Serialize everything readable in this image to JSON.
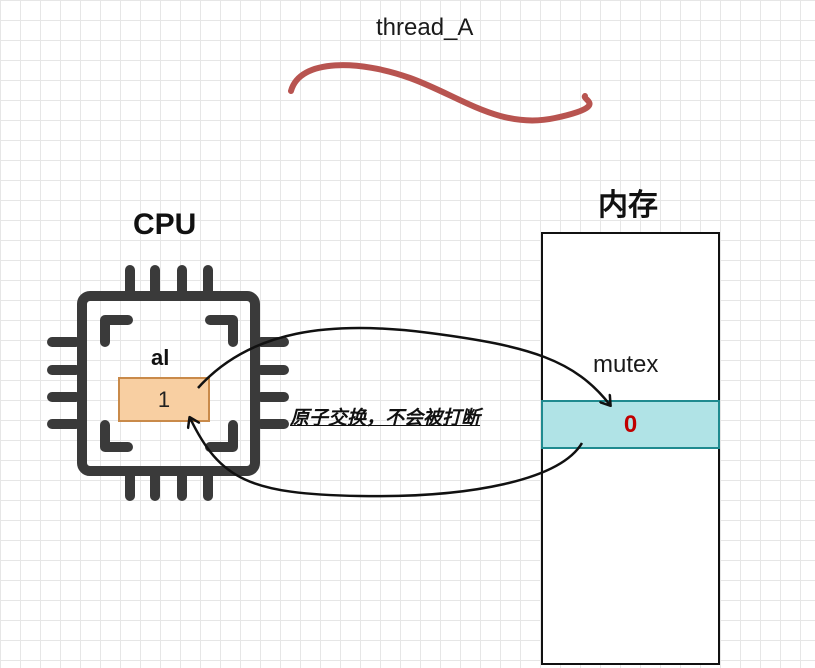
{
  "thread": {
    "label": "thread_A",
    "wave_color": "#b85450"
  },
  "cpu": {
    "label": "CPU",
    "register_name": "al",
    "register_value": "1",
    "register_fill": "#f8cfa2"
  },
  "memory": {
    "label": "内存",
    "variable_name": "mutex",
    "variable_value": "0",
    "cell_fill": "#b0e3e6",
    "value_color": "#c00000"
  },
  "annotation": {
    "swap_text": "原子交换，不会被打断"
  }
}
